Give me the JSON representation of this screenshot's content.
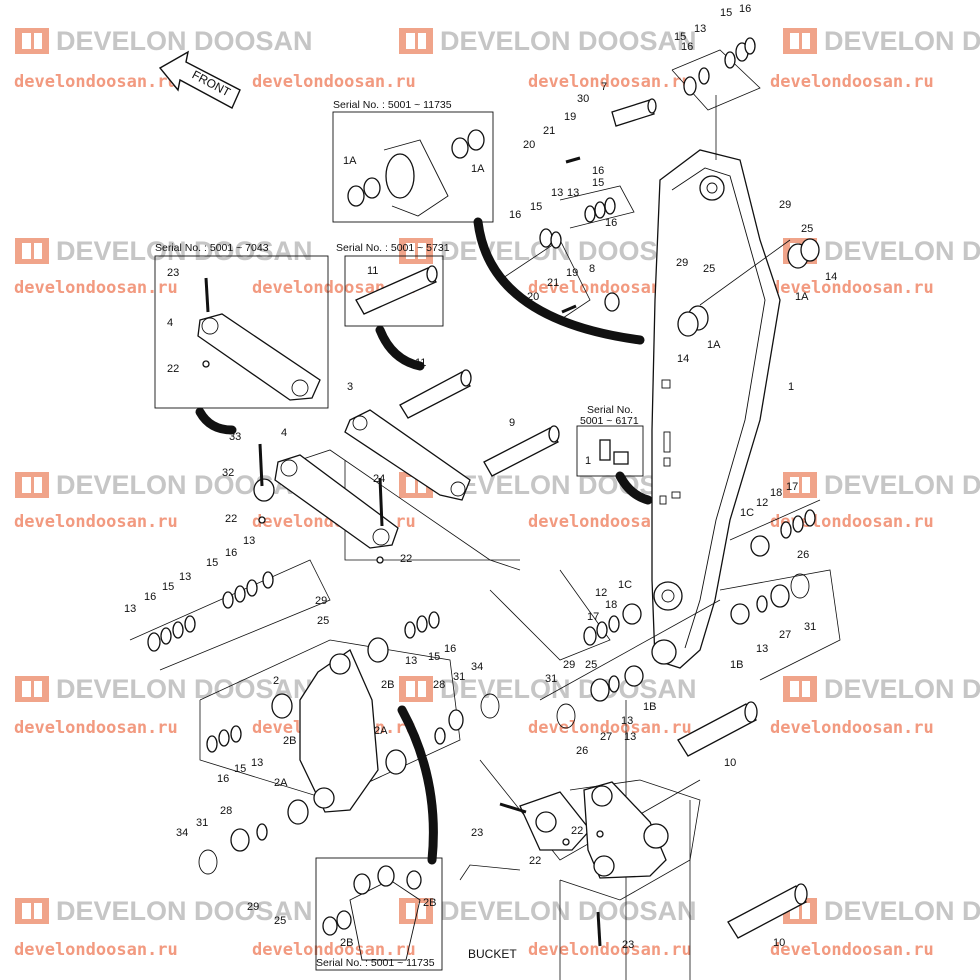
{
  "watermarks": {
    "brand": "DEVELON DOOSAN",
    "url": "develondoosan.ru",
    "logo_color": "#f0a48a",
    "brand_color": "#c6c6c6",
    "url_color": "#f29a80"
  },
  "front_arrow": {
    "label": "FRONT"
  },
  "bucket_label": "BUCKET",
  "serial_notes": [
    "Serial No. : 5001 ~ 11735",
    "Serial No. : 5001 ~ 7043",
    "Serial No. : 5001 ~ 5731",
    "Serial No.",
    "5001 ~ 6171",
    "Serial No. : 5001 ~ 11735"
  ],
  "callouts": [
    "16",
    "15",
    "13",
    "15",
    "16",
    "7",
    "30",
    "19",
    "21",
    "20",
    "16",
    "15",
    "13",
    "16",
    "15",
    "13",
    "16",
    "29",
    "25",
    "14",
    "1A",
    "29",
    "25",
    "8",
    "21",
    "19",
    "20",
    "14",
    "1A",
    "1",
    "1A",
    "1A",
    "23",
    "4",
    "22",
    "11",
    "11",
    "3",
    "9",
    "1",
    "33",
    "4",
    "32",
    "24",
    "22",
    "22",
    "13",
    "16",
    "15",
    "13",
    "16",
    "15",
    "29",
    "25",
    "13",
    "15",
    "16",
    "2",
    "2B",
    "2B",
    "28",
    "31",
    "34",
    "13",
    "2A",
    "16",
    "15",
    "13",
    "2A",
    "28",
    "31",
    "34",
    "29",
    "25",
    "17",
    "18",
    "12",
    "1C",
    "26",
    "18",
    "17",
    "12",
    "1C",
    "29",
    "25",
    "13",
    "27",
    "31",
    "1B",
    "13",
    "1B",
    "31",
    "27",
    "13",
    "26",
    "10",
    "23",
    "22",
    "22",
    "10",
    "23",
    "2B",
    "2B"
  ]
}
